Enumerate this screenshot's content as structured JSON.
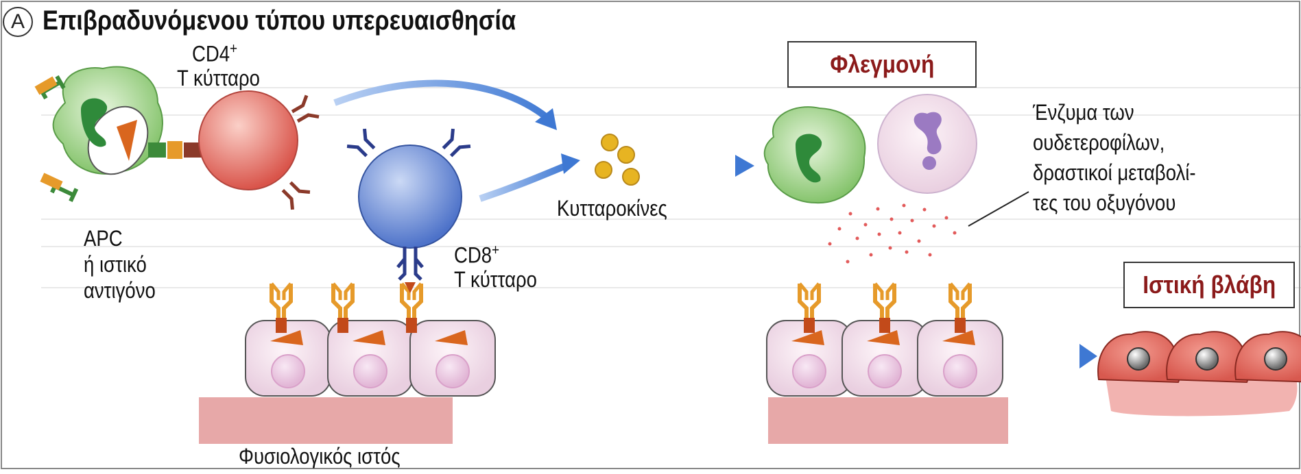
{
  "panel": {
    "letter": "A",
    "title": "Επιβραδυνόμενου τύπου υπερευαισθησία"
  },
  "cells": {
    "apc_line1": "APC",
    "apc_line2": "ή ιστικό",
    "apc_line3": "αντιγόνο",
    "cd4_line1": "CD4",
    "cd4_sup": "+",
    "cd4_line2": "T κύτταρο",
    "cd8_line1": "CD8",
    "cd8_sup": "+",
    "cd8_line2": "T κύτταρο"
  },
  "labels": {
    "cytokines": "Κυτταροκίνες",
    "normal_tissue": "Φυσιολογικός ιστός",
    "enzymes_line1": "Ένζυμα των",
    "enzymes_line2": "ουδετεροφίλων,",
    "enzymes_line3": "δραστικοί μεταβολί-",
    "enzymes_line4": "τες του οξυγόνου"
  },
  "boxes": {
    "inflammation": "Φλεγμονή",
    "tissue_injury": "Ιστική βλάβη"
  },
  "colors": {
    "apc_green": "#9fd08a",
    "cd4_red": "#e0645c",
    "cd8_blue": "#5a7fcf",
    "arrow_blue": "#4f86d8",
    "tissue_pink": "#f4e4ea",
    "basement": "#e7a8a8",
    "receptor_orange": "#e69a2a",
    "box_title": "#8b1a1a"
  }
}
